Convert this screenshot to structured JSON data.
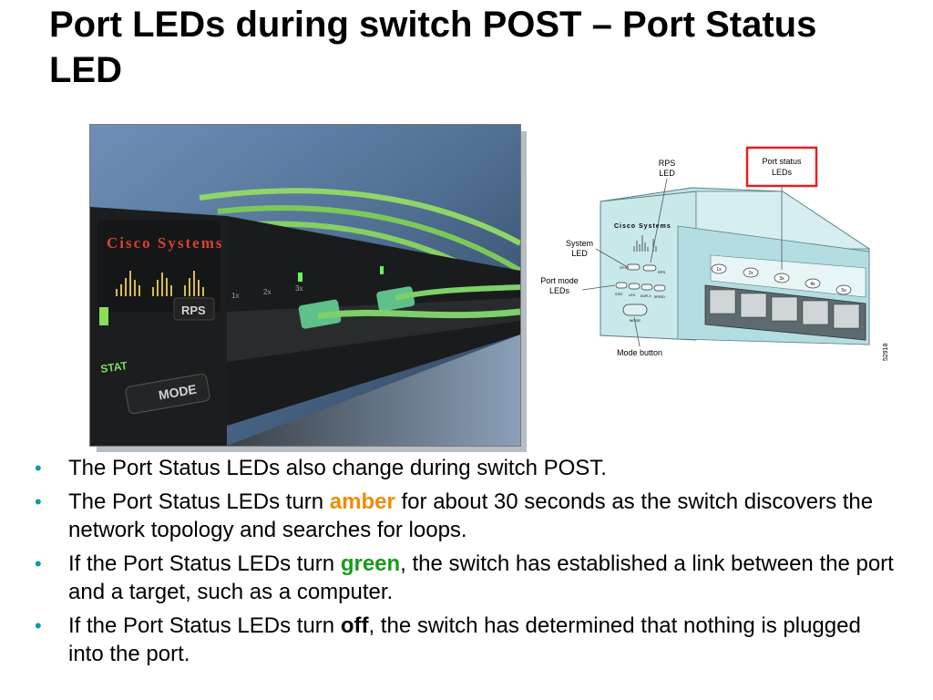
{
  "slide": {
    "title": "Port LEDs during switch POST – Port Status LED"
  },
  "photo": {
    "brand": "Cisco Systems",
    "rps_label": "RPS",
    "stat_label": "STAT",
    "mode_label": "MODE",
    "port_numbers": [
      "1x",
      "2x",
      "3x"
    ]
  },
  "diagram": {
    "rps_led_label": [
      "RPS",
      "LED"
    ],
    "port_status_label": [
      "Port status",
      "LEDs"
    ],
    "system_led_label": [
      "System",
      "LED"
    ],
    "port_mode_label": [
      "Port mode",
      "LEDs"
    ],
    "mode_button_label": "Mode button",
    "brand": "Cisco Systems",
    "syst_label": "SYST",
    "rps_small": "RPS",
    "mode_small": "MODE",
    "mode_leds": [
      "STAT",
      "UTIL",
      "DUPLX",
      "SPEED"
    ],
    "ports": [
      "1x",
      "2x",
      "3x",
      "4x",
      "5x"
    ],
    "figure_id": "52918",
    "highlight_color": "#e02020"
  },
  "bullets": [
    {
      "segments": [
        {
          "text": "The Port Status LEDs also change during switch POST.",
          "style": "normal"
        }
      ]
    },
    {
      "segments": [
        {
          "text": "The Port Status LEDs turn ",
          "style": "normal"
        },
        {
          "text": "amber",
          "style": "amber"
        },
        {
          "text": " for about 30 seconds as the switch discovers the network topology and searches for loops.",
          "style": "normal"
        }
      ]
    },
    {
      "segments": [
        {
          "text": "If the Port Status LEDs turn ",
          "style": "normal"
        },
        {
          "text": "green",
          "style": "green"
        },
        {
          "text": ", the switch has established a link between the port and a target, such as a computer.",
          "style": "normal"
        }
      ]
    },
    {
      "segments": [
        {
          "text": "If the Port Status LEDs turn ",
          "style": "normal"
        },
        {
          "text": "off",
          "style": "bold"
        },
        {
          "text": ", the switch has determined that nothing is plugged into the port.",
          "style": "normal"
        }
      ]
    }
  ],
  "colors": {
    "bullet": "#0d9aa4",
    "amber": "#f08c00",
    "green": "#1a9a1a",
    "panel": "#bfe3e6"
  }
}
